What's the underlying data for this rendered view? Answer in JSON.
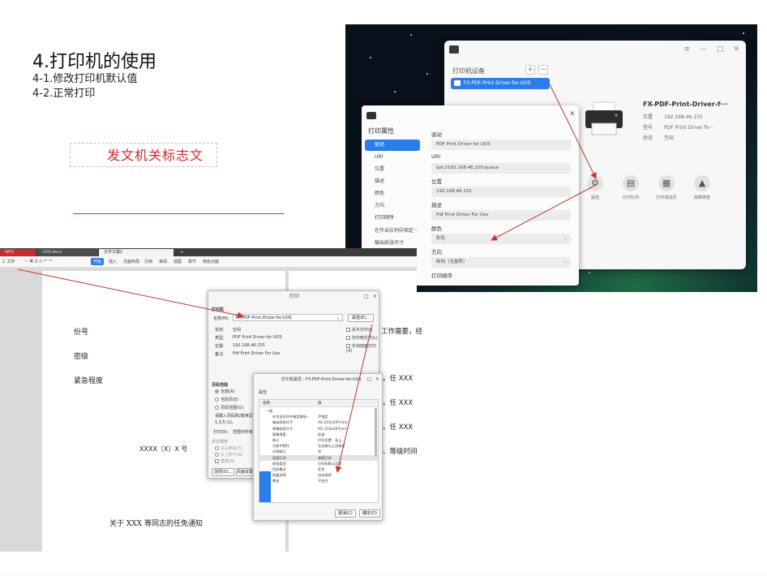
{
  "slide": {
    "title": "4.打印机的使用",
    "sub1": "4-1.修改打印机默认值",
    "sub2": "4-2.正常打印"
  },
  "printer_manager": {
    "devices_label": "打印机设备",
    "add": "+",
    "remove": "−",
    "device": "FX-PDF-Print-Driver-for-UOS",
    "name": "FX-PDF-Print-Driver-f···",
    "location_label": "位置",
    "location": "192.168.46.155",
    "model_label": "型号",
    "model": "PDF Print Driver fo···",
    "status_label": "状态",
    "status": "空闲",
    "actions": [
      "属性",
      "打印队列",
      "打印测试页",
      "故障排查"
    ]
  },
  "print_properties": {
    "heading": "打印属性",
    "nav": [
      "驱动",
      "URI",
      "位置",
      "描述",
      "颜色",
      "方向",
      "打印顺序",
      "在作业队列中指定···",
      "输出纸张尺寸"
    ],
    "driver_label": "驱动",
    "driver": "PDF Print Driver for UOS",
    "uri_label": "URI",
    "uri": "lpd://192.168.46.155/queue",
    "location_label": "位置",
    "location": "192.168.46.155",
    "desc_label": "描述",
    "desc": "Pdf Print Driver For Uos",
    "color_label": "颜色",
    "color": "彩色",
    "orient_label": "方向",
    "orient": "纵向（无旋转）",
    "order_label": "打印顺序"
  },
  "wps": {
    "tab_wps": "WPS",
    "tab_doc": "UOS.docx",
    "tab_cur": "文字文稿1",
    "add_tab": "+",
    "file_menu": "三 文件",
    "menu": [
      "开始",
      "插入",
      "页面布局",
      "引用",
      "审阅",
      "视图",
      "章节",
      "特色功能"
    ],
    "doc": {
      "fenhao": "份号",
      "miji": "密级",
      "jinji": "紧急程度",
      "red_title": "发文机关标志文",
      "docno": "XXXX〔X〕X 号",
      "notice": "关于 XXX 等同志的任免通知",
      "right1": "工作需要，经",
      "right2": "。任 XXX",
      "right3": "。任 XXX",
      "right4": "。任 XXX",
      "right5": "、等级时间"
    }
  },
  "print_dialog": {
    "title": "打印",
    "printer_group": "打印机",
    "name_label": "名称(M):",
    "name": "FX-PDF-Print-Driver-for-UOS",
    "props_btn": "属性(E)...",
    "status_label": "状态:",
    "status": "空闲",
    "type_label": "类型:",
    "type": "PDF Print Driver for UOS",
    "where_label": "位置:",
    "where": "192.168.46.155",
    "comment_label": "备注:",
    "comment": "Pdf Print Driver For Uos",
    "opt1": "反片打印(I)",
    "opt2": "打印到文件(L)",
    "opt3": "手动双面打印(X)",
    "range_group": "页码范围",
    "all": "全部(A)",
    "current": "当前页(E)",
    "pages": "页码范围(G):",
    "hint1": "请键入页码和/或用逗号分",
    "hint2": "1,3,5-12。",
    "print_label": "打印(R):",
    "print_value": "范围中所有页",
    "order_group": "并打顺序",
    "order1": "从左到右(F)",
    "order2": "从上到下(B)",
    "order3": "重复(R)",
    "options_btn": "选项(O)...",
    "page_setup": "页面设置"
  },
  "printer_props_dialog": {
    "title": "打印机属性 - FX-PDF-Print-Driver-for-UOS",
    "tab": "属性",
    "col_name": "名称",
    "col_value": "值",
    "rows": [
      {
        "k": "一般",
        "v": ""
      },
      {
        "k": "在作业队列中指定输出···",
        "v": "不指定"
      },
      {
        "k": "输出纸张尺寸",
        "v": "A4 (210x297mm)"
      },
      {
        "k": "原稿纸张尺寸",
        "v": "A4 (210x297mm)"
      },
      {
        "k": "图像透度",
        "v": "标准"
      },
      {
        "k": "装订",
        "v": "打印位置：无上"
      },
      {
        "k": "分册子制作",
        "v": "在边缘以上边缘打"
      },
      {
        "k": "分割装订",
        "v": "关"
      },
      {
        "k": "双面打印",
        "v": "单面打印"
      },
      {
        "k": "纸张类型",
        "v": "打印机默认设置"
      },
      {
        "k": "色彩模式",
        "v": "彩色"
      },
      {
        "k": "纸盒选择",
        "v": "自动选择"
      },
      {
        "k": "输出",
        "v": "平台往"
      }
    ],
    "cancel": "取消(C)",
    "ok": "确定(O)"
  }
}
